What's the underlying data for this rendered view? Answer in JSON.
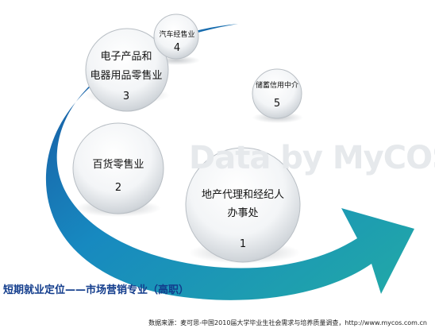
{
  "watermark": "Data by MyCOS",
  "bubbles": [
    {
      "line1": "地产代理和经纪人",
      "line2": "办事处",
      "rank": "1"
    },
    {
      "line1": "百货零售业",
      "line2": "",
      "rank": "2"
    },
    {
      "line1": "电子产品和",
      "line2": "电器用品零售业",
      "rank": "3"
    },
    {
      "line1": "汽车经售业",
      "line2": "",
      "rank": "4"
    },
    {
      "line1": "储蓄信用中介",
      "line2": "",
      "rank": "5"
    }
  ],
  "caption": "短期就业定位——市场营销专业（高职）",
  "source": "数据来源：麦可思-中国2010届大学毕业生社会需求与培养质量调查，http://www.mycos.com.cn",
  "colors": {
    "arrow_dark": "#1565a8",
    "arrow_light": "#1fa7a5",
    "caption": "#123c8c"
  }
}
